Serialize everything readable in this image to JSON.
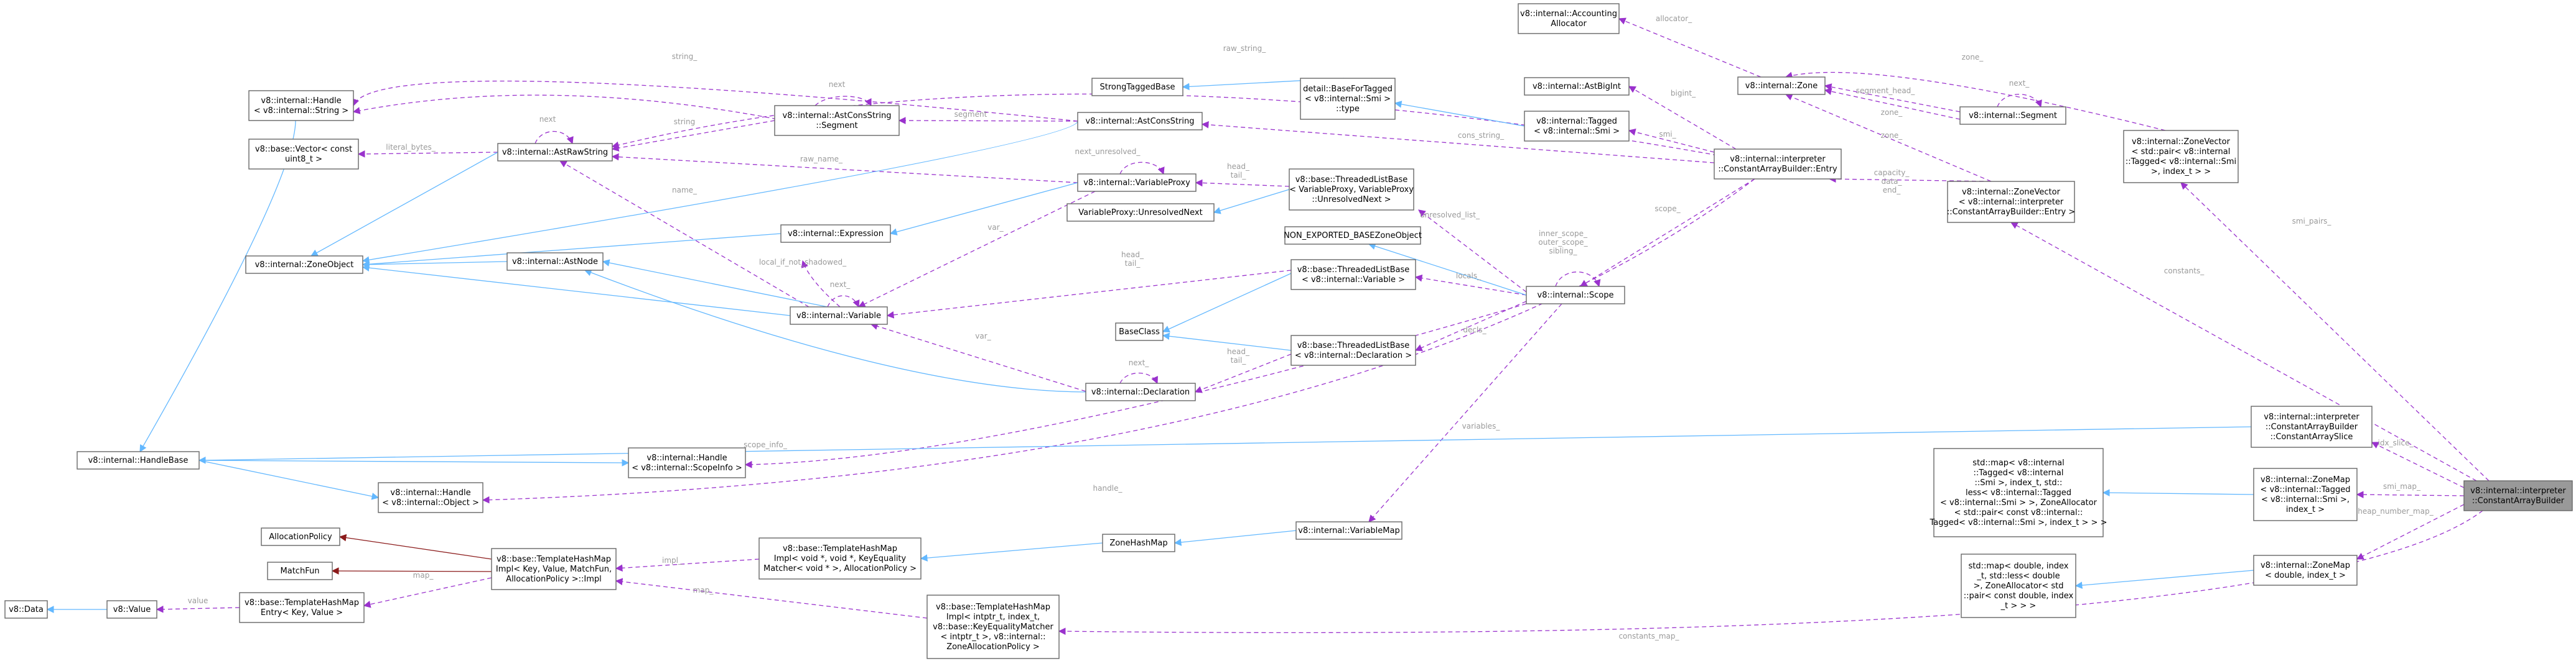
{
  "nodes": [
    {
      "id": "data",
      "lines": [
        "v8::Data"
      ]
    },
    {
      "id": "value",
      "lines": [
        "v8::Value"
      ]
    },
    {
      "id": "handlebase",
      "lines": [
        "v8::internal::HandleBase"
      ]
    },
    {
      "id": "handle_string",
      "lines": [
        "v8::internal::Handle",
        "< v8::internal::String >"
      ]
    },
    {
      "id": "vector",
      "lines": [
        "v8::base::Vector< const",
        "uint8_t >"
      ]
    },
    {
      "id": "zoneobject",
      "lines": [
        "v8::internal::ZoneObject"
      ]
    },
    {
      "id": "rawstring",
      "lines": [
        "v8::internal::AstRawString"
      ]
    },
    {
      "id": "consstring_seg",
      "lines": [
        "v8::internal::AstConsString",
        "::Segment"
      ]
    },
    {
      "id": "consstring",
      "lines": [
        "v8::internal::AstConsString"
      ]
    },
    {
      "id": "stb",
      "lines": [
        "StrongTaggedBase"
      ]
    },
    {
      "id": "basefortagged",
      "lines": [
        "detail::BaseForTagged",
        "< v8::internal::Smi >",
        "::type"
      ]
    },
    {
      "id": "varproxy",
      "lines": [
        "v8::internal::VariableProxy"
      ]
    },
    {
      "id": "unresolvednext",
      "lines": [
        "VariableProxy::UnresolvedNext"
      ]
    },
    {
      "id": "tlb_proxy",
      "lines": [
        "v8::base::ThreadedListBase",
        "< VariableProxy, VariableProxy",
        "::UnresolvedNext >"
      ]
    },
    {
      "id": "expression",
      "lines": [
        "v8::internal::Expression"
      ]
    },
    {
      "id": "astnode",
      "lines": [
        "v8::internal::AstNode"
      ]
    },
    {
      "id": "variable",
      "lines": [
        "v8::internal::Variable"
      ]
    },
    {
      "id": "nebzo",
      "lines": [
        "NON_EXPORTED_BASEZoneObject"
      ]
    },
    {
      "id": "tlb_var",
      "lines": [
        "v8::base::ThreadedListBase",
        "< v8::internal::Variable >"
      ]
    },
    {
      "id": "baseclass",
      "lines": [
        "BaseClass"
      ]
    },
    {
      "id": "tlb_decl",
      "lines": [
        "v8::base::ThreadedListBase",
        "< v8::internal::Declaration >"
      ]
    },
    {
      "id": "declaration",
      "lines": [
        "v8::internal::Declaration"
      ]
    },
    {
      "id": "accounting",
      "lines": [
        "v8::internal::Accounting",
        "Allocator"
      ]
    },
    {
      "id": "astbigint",
      "lines": [
        "v8::internal::AstBigInt"
      ]
    },
    {
      "id": "tagged_smi",
      "lines": [
        "v8::internal::Tagged",
        "< v8::internal::Smi >"
      ]
    },
    {
      "id": "zone",
      "lines": [
        "v8::internal::Zone"
      ]
    },
    {
      "id": "segment",
      "lines": [
        "v8::internal::Segment"
      ]
    },
    {
      "id": "entry",
      "lines": [
        "v8::internal::interpreter",
        "::ConstantArrayBuilder::Entry"
      ]
    },
    {
      "id": "scope",
      "lines": [
        "v8::internal::Scope"
      ]
    },
    {
      "id": "zonevector_entry",
      "lines": [
        "v8::internal::ZoneVector",
        "< v8::internal::interpreter",
        "::ConstantArrayBuilder::Entry >"
      ]
    },
    {
      "id": "zonevector_pair",
      "lines": [
        "v8::internal::ZoneVector",
        "< std::pair< v8::internal",
        "::Tagged< v8::internal::Smi",
        ">, index_t > >"
      ]
    },
    {
      "id": "handle_scopeinfo",
      "lines": [
        "v8::internal::Handle",
        "< v8::internal::ScopeInfo >"
      ]
    },
    {
      "id": "handle_object",
      "lines": [
        "v8::internal::Handle",
        "< v8::internal::Object >"
      ]
    },
    {
      "id": "allocpolicy",
      "lines": [
        "AllocationPolicy"
      ]
    },
    {
      "id": "matchfun",
      "lines": [
        "MatchFun"
      ]
    },
    {
      "id": "hashmapentry",
      "lines": [
        "v8::base::TemplateHashMap",
        "Entry< Key, Value >"
      ]
    },
    {
      "id": "hashmapimpl",
      "lines": [
        "v8::base::TemplateHashMap",
        "Impl< Key, Value, MatchFun,",
        "AllocationPolicy >::Impl"
      ]
    },
    {
      "id": "hashmapimpl_void",
      "lines": [
        "v8::base::TemplateHashMap",
        "Impl< void *, void *, KeyEquality",
        "Matcher< void * >, AllocationPolicy >"
      ]
    },
    {
      "id": "zonehashmap",
      "lines": [
        "ZoneHashMap"
      ]
    },
    {
      "id": "variablemap",
      "lines": [
        "v8::internal::VariableMap"
      ]
    },
    {
      "id": "hashmap_intptr",
      "lines": [
        "v8::base::TemplateHashMap",
        "Impl< intptr_t, index_t,",
        "v8::base::KeyEqualityMatcher",
        "< intptr_t >, v8::internal::",
        "ZoneAllocationPolicy >"
      ]
    },
    {
      "id": "constslice",
      "lines": [
        "v8::internal::interpreter",
        "::ConstantArrayBuilder",
        "::ConstantArraySlice"
      ]
    },
    {
      "id": "stdmap_smi",
      "lines": [
        "std::map< v8::internal",
        "::Tagged< v8::internal",
        "::Smi >, index_t, std::",
        "less< v8::internal::Tagged",
        "< v8::internal::Smi > >, ZoneAllocator",
        "< std::pair< const v8::internal::",
        "Tagged< v8::internal::Smi >, index_t > > >"
      ]
    },
    {
      "id": "zonemap_smi",
      "lines": [
        "v8::internal::ZoneMap",
        "< v8::internal::Tagged",
        "< v8::internal::Smi >,",
        "index_t >"
      ]
    },
    {
      "id": "stdmap_double",
      "lines": [
        "std::map< double, index",
        "_t, std::less< double",
        ">, ZoneAllocator< std",
        "::pair< const double, index",
        "_t > > >"
      ]
    },
    {
      "id": "zonemap_double",
      "lines": [
        "v8::internal::ZoneMap",
        "< double, index_t >"
      ]
    },
    {
      "id": "cab",
      "lines": [
        "v8::internal::interpreter",
        "::ConstantArrayBuilder"
      ]
    }
  ],
  "edge_labels": {
    "value_data": "",
    "string": "string_",
    "raw_data": "literal_bytes_",
    "seg_next": "next",
    "seg_string": "string",
    "raw_next": "next",
    "cons_segment": "segment",
    "raw_name": "raw_name_",
    "proxy_next": "next_unresolved_",
    "proxy_var": "var_",
    "head_tail": "head_\ntail_",
    "cab_raw_string": "raw_string_",
    "var_name": "name_",
    "local_if": "local_if_not_shadowed_",
    "var_next": "next_",
    "var_head": "head_\ntail_",
    "scope_locals": "locals_",
    "decl_next": "next_",
    "decl_var": "var_",
    "decl_head": "head_\ntail_",
    "decls": "decls_",
    "unresolved": "unresolved_list_",
    "inner": "inner_scope_\nouter_scope_\nsibling_",
    "allocator": "allocator_",
    "segment_head": "segment_head_",
    "zone": "zone_",
    "seg_nxt": "next_",
    "bigint": "bigint_",
    "smi": "smi_",
    "cons_string": "cons_string_",
    "scope": "scope_",
    "zv_capacity": "capacity_\ndata_\nend_",
    "zone_zone": "zone_",
    "zone_top": "zone_",
    "scope_info": "scope_info_",
    "handle": "handle_",
    "map": "map_",
    "impl": "impl_",
    "map2": "map_",
    "smi_pairs": "smi_pairs_",
    "constants": "constants_",
    "idx_slice": "idx_slice_",
    "smi_map": "smi_map_",
    "heap_number": "heap_number_map_",
    "constants_map": "constants_map_",
    "variables": "variables_",
    "key_value": "value"
  }
}
